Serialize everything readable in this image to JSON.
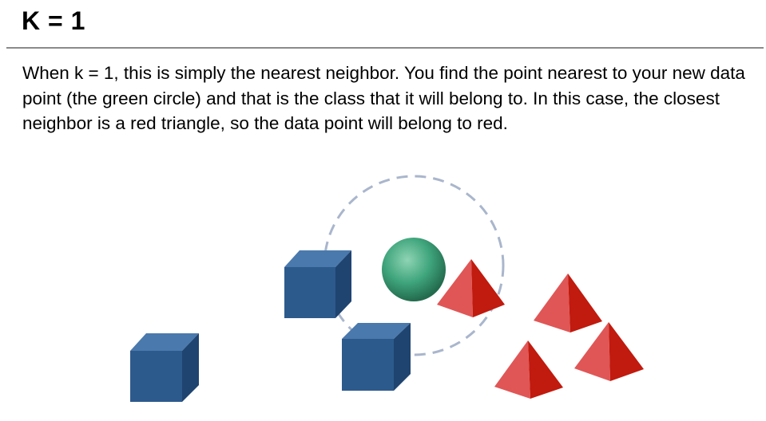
{
  "header": {
    "title": "K = 1"
  },
  "content": {
    "paragraph": "When k = 1, this is simply the nearest neighbor. You find the point nearest to your new data point (the green circle) and that is the class that it will belong to. In this case, the closest neighbor is a red triangle, so the data point will belong to red."
  },
  "diagram": {
    "nodes": [
      {
        "kind": "blue-cube",
        "class": "blue",
        "count": 3
      },
      {
        "kind": "red-pyramid",
        "class": "red",
        "count": 4
      },
      {
        "kind": "green-sphere",
        "class": "new data point",
        "count": 1
      }
    ],
    "neighborhood_k": 1,
    "nearest_neighbor_class": "red",
    "colors": {
      "cube_front": "#2d5a8c",
      "cube_top": "#4a79ad",
      "cube_side": "#1f4470",
      "pyramid_light": "#e05656",
      "pyramid_dark": "#c11a0e",
      "sphere": "#3fa57c",
      "boundary": "#a9b6cc"
    }
  }
}
